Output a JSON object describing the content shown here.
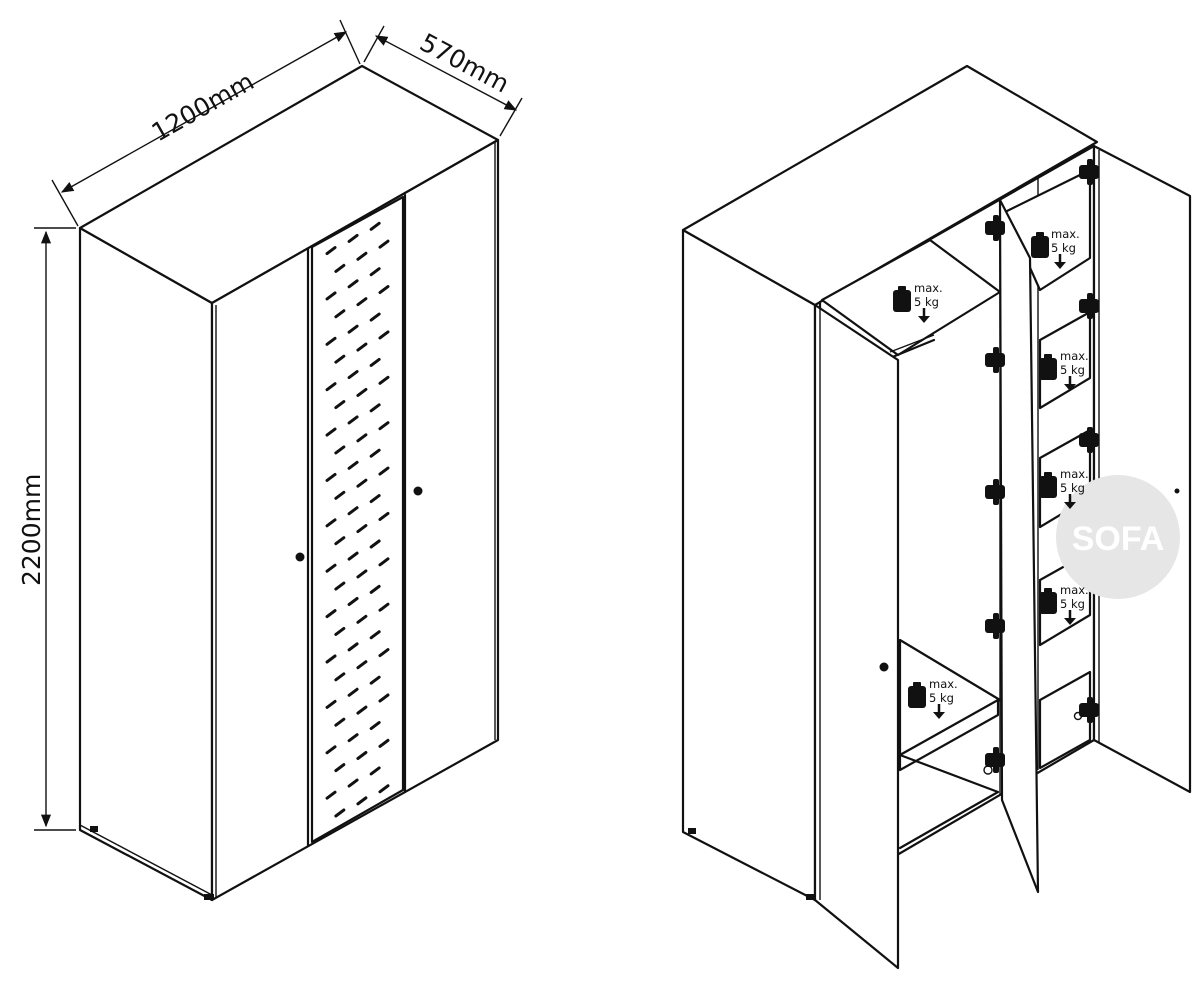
{
  "dimensions": {
    "width": "1200mm",
    "depth": "570mm",
    "height": "2200mm"
  },
  "shelf_load": {
    "line1": "max.",
    "line2": "5 kg"
  },
  "watermark": {
    "text": "SOFA",
    "color": "#e6e6e6"
  },
  "views": [
    "closed-front-view",
    "open-door-view"
  ]
}
